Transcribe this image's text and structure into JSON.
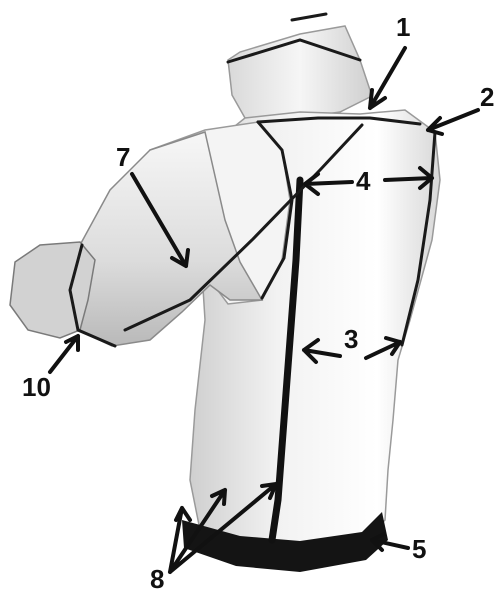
{
  "figure": {
    "labels": [
      {
        "id": "1",
        "text": "1"
      },
      {
        "id": "2",
        "text": "2"
      },
      {
        "id": "3",
        "text": "3"
      },
      {
        "id": "4",
        "text": "4"
      },
      {
        "id": "5",
        "text": "5"
      },
      {
        "id": "7",
        "text": "7"
      },
      {
        "id": "8",
        "text": "8"
      },
      {
        "id": "10",
        "text": "10"
      }
    ]
  }
}
